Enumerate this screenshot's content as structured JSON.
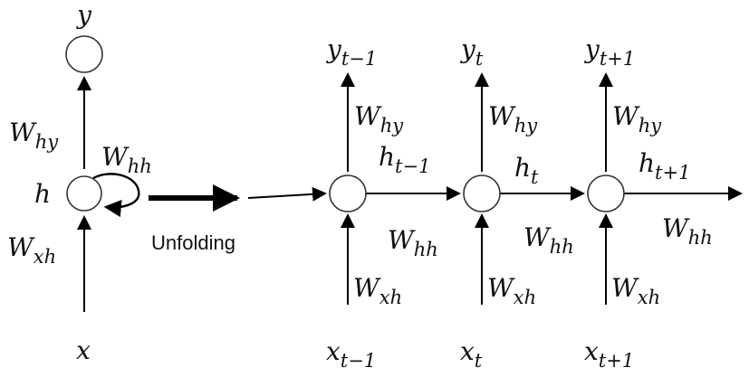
{
  "folded": {
    "output_label": "y",
    "hidden_label": "h",
    "input_label": "x",
    "w_hy": {
      "base": "W",
      "sub": "hy"
    },
    "w_hh": {
      "base": "W",
      "sub": "hh"
    },
    "w_xh": {
      "base": "W",
      "sub": "xh"
    }
  },
  "unfolding_label": "Unfolding",
  "steps": [
    {
      "output": {
        "base": "y",
        "sub": "t−1"
      },
      "w_hy": {
        "base": "W",
        "sub": "hy"
      },
      "hidden": {
        "base": "h",
        "sub": "t−1"
      },
      "w_hh": {
        "base": "W",
        "sub": "hh"
      },
      "w_xh": {
        "base": "W",
        "sub": "xh"
      },
      "input": {
        "base": "x",
        "sub": "t−1"
      }
    },
    {
      "output": {
        "base": "y",
        "sub": "t"
      },
      "w_hy": {
        "base": "W",
        "sub": "hy"
      },
      "hidden": {
        "base": "h",
        "sub": "t"
      },
      "w_hh": {
        "base": "W",
        "sub": "hh"
      },
      "w_xh": {
        "base": "W",
        "sub": "xh"
      },
      "input": {
        "base": "x",
        "sub": "t"
      }
    },
    {
      "output": {
        "base": "y",
        "sub": "t+1"
      },
      "w_hy": {
        "base": "W",
        "sub": "hy"
      },
      "hidden": {
        "base": "h",
        "sub": "t+1"
      },
      "w_hh": {
        "base": "W",
        "sub": "hh"
      },
      "w_xh": {
        "base": "W",
        "sub": "xh"
      },
      "input": {
        "base": "x",
        "sub": "t+1"
      }
    }
  ]
}
